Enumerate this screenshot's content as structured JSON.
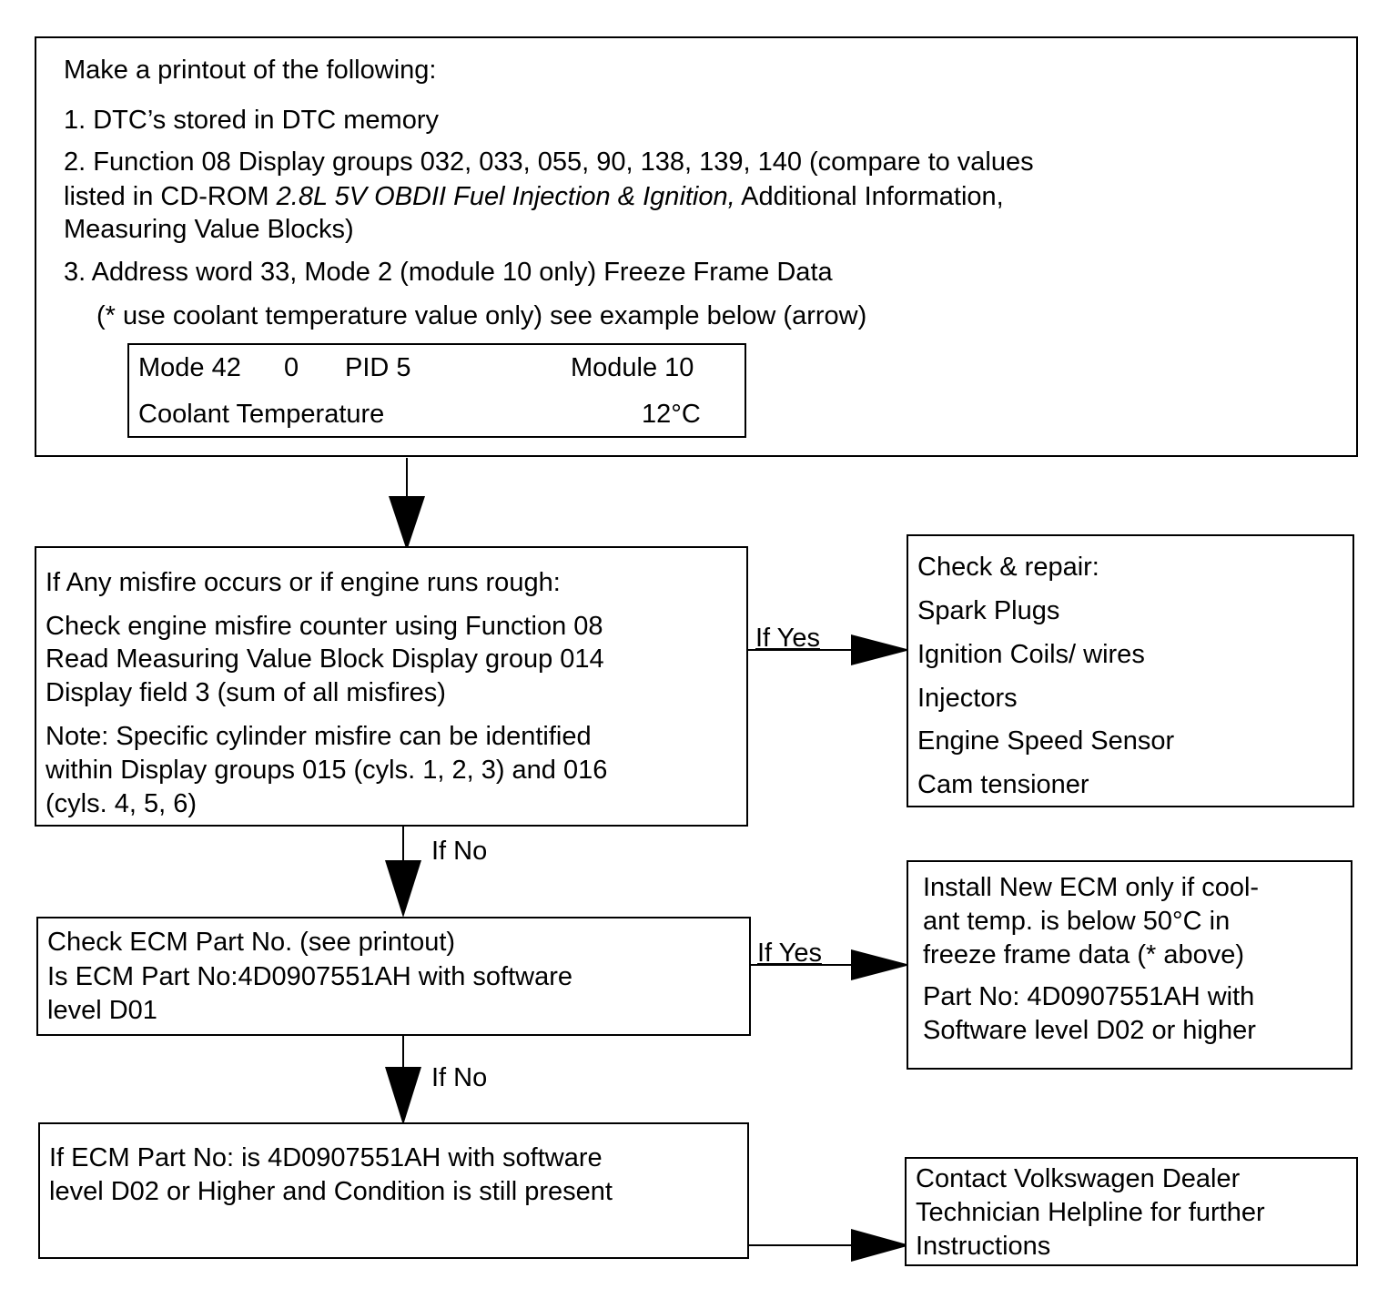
{
  "top_box": {
    "heading": "Make a printout of the following:",
    "item1": "1. DTC’s stored in DTC memory",
    "item2_line1": "2. Function 08 Display groups 032, 033, 055, 90, 138, 139, 140 (compare to values",
    "item2_line2_a": "listed in CD-ROM ",
    "item2_line2_italic": "2.8L 5V OBDII Fuel Injection & Ignition,",
    "item2_line2_b": " Additional Information,",
    "item2_line3": "Measuring Value Blocks)",
    "item3": "3. Address word 33, Mode 2 (module 10 only) Freeze Frame Data",
    "item3_note": "(* use coolant temperature value only) see example below (arrow)",
    "example": {
      "mode": "Mode 42",
      "zero": "0",
      "pid": "PID 5",
      "module": "Module 10",
      "coolant_label": "Coolant Temperature",
      "coolant_value": "12°C"
    }
  },
  "misfire_box": {
    "line1": "If Any misfire occurs or if engine runs rough:",
    "line2": "Check engine misfire counter using Function 08",
    "line3": "Read Measuring Value Block Display group 014",
    "line4": "Display field 3 (sum of all misfires)",
    "line5": "Note: Specific cylinder misfire can be identified",
    "line6": "within Display groups  015 (cyls. 1, 2, 3) and 016",
    "line7": "(cyls. 4, 5, 6)"
  },
  "repair_box": {
    "heading": "Check & repair:",
    "items": [
      "Spark Plugs",
      "Ignition Coils/ wires",
      "Injectors",
      "Engine Speed Sensor",
      "Cam tensioner"
    ]
  },
  "ecm_check_box": {
    "line1": "Check ECM Part No. (see printout)",
    "line2": "Is ECM Part No:4D0907551AH with software",
    "line3": "level D01"
  },
  "install_box": {
    "line1": "Install New ECM only if cool-",
    "line2": "ant temp. is below 50°C in",
    "line3": "freeze frame data (* above)",
    "line4": "Part No: 4D0907551AH with",
    "line5": "Software level D02 or higher"
  },
  "still_present_box": {
    "line1": "If ECM Part No: is 4D0907551AH with software",
    "line2": "level D02 or Higher and Condition is still present"
  },
  "contact_box": {
    "line1": "Contact Volkswagen Dealer",
    "line2": "Technician Helpline for further",
    "line3": "Instructions"
  },
  "labels": {
    "if_yes_1": "If Yes",
    "if_no_1": "If No",
    "if_yes_2": "If Yes",
    "if_no_2": "If No"
  }
}
